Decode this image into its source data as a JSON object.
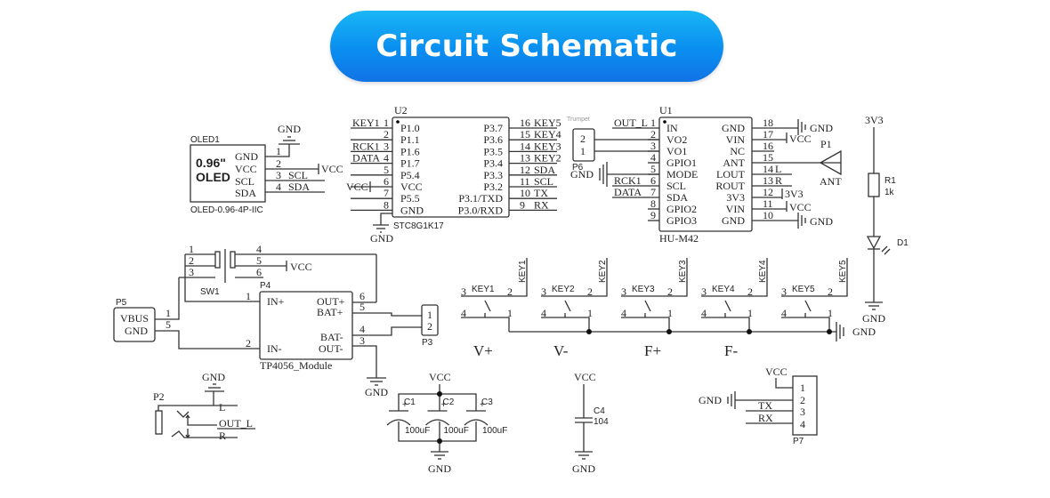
{
  "title": "Circuit Schematic",
  "colors": {
    "banner_top": "#19b6f5",
    "banner_bottom": "#1173e6",
    "wire": "#333333",
    "text": "#222222"
  },
  "oled": {
    "ref": "OLED1",
    "part": "OLED-0.96-4P-IIC",
    "size": "0.96\"",
    "type": "OLED",
    "pins": [
      {
        "num": "1",
        "name": "GND",
        "net": "GND"
      },
      {
        "num": "2",
        "name": "VCC",
        "net": "VCC"
      },
      {
        "num": "3",
        "name": "SCL",
        "net": "SCL"
      },
      {
        "num": "4",
        "name": "SDA",
        "net": "SDA"
      }
    ]
  },
  "u2": {
    "ref": "U2",
    "part": "STC8G1K17",
    "gnd_label": "GND",
    "vcc_label": "VCC",
    "left_pins": [
      {
        "num": "1",
        "name": "P1.0",
        "net": "KEY1"
      },
      {
        "num": "2",
        "name": "P1.1",
        "net": ""
      },
      {
        "num": "3",
        "name": "P1.6",
        "net": "RCK1"
      },
      {
        "num": "4",
        "name": "P1.7",
        "net": "DATA"
      },
      {
        "num": "5",
        "name": "P5.4",
        "net": ""
      },
      {
        "num": "6",
        "name": "VCC",
        "net": "VCC"
      },
      {
        "num": "7",
        "name": "P5.5",
        "net": ""
      },
      {
        "num": "8",
        "name": "GND",
        "net": "GND"
      }
    ],
    "right_pins": [
      {
        "num": "16",
        "name": "P3.7",
        "net": "KEY5"
      },
      {
        "num": "15",
        "name": "P3.6",
        "net": "KEY4"
      },
      {
        "num": "14",
        "name": "P3.5",
        "net": "KEY3"
      },
      {
        "num": "13",
        "name": "P3.4",
        "net": "KEY2"
      },
      {
        "num": "12",
        "name": "P3.3",
        "net": "SDA"
      },
      {
        "num": "11",
        "name": "P3.2",
        "net": "SCL"
      },
      {
        "num": "10",
        "name": "P3.1/TXD",
        "net": "TX"
      },
      {
        "num": "9",
        "name": "P3.0/RXD",
        "net": "RX"
      }
    ]
  },
  "p6": {
    "ref": "P6",
    "label": "Trumpet",
    "pins": [
      "2",
      "1"
    ],
    "gnd_label": "GND"
  },
  "u1": {
    "ref": "U1",
    "part": "HU-M42",
    "left_pins": [
      {
        "num": "1",
        "name": "IN",
        "net": "OUT_L"
      },
      {
        "num": "2",
        "name": "VO2",
        "net": ""
      },
      {
        "num": "3",
        "name": "VO1",
        "net": ""
      },
      {
        "num": "4",
        "name": "GPIO1",
        "net": ""
      },
      {
        "num": "5",
        "name": "MODE",
        "net": ""
      },
      {
        "num": "6",
        "name": "SCL",
        "net": "RCK1"
      },
      {
        "num": "7",
        "name": "SDA",
        "net": "DATA"
      },
      {
        "num": "8",
        "name": "GPIO2",
        "net": ""
      },
      {
        "num": "9",
        "name": "GPIO3",
        "net": ""
      }
    ],
    "right_pins": [
      {
        "num": "18",
        "name": "GND",
        "net": "GND"
      },
      {
        "num": "17",
        "name": "VIN",
        "net": "VCC"
      },
      {
        "num": "16",
        "name": "NC",
        "net": ""
      },
      {
        "num": "15",
        "name": "ANT",
        "net": ""
      },
      {
        "num": "14",
        "name": "LOUT",
        "net": "L"
      },
      {
        "num": "13",
        "name": "ROUT",
        "net": "R"
      },
      {
        "num": "12",
        "name": "3V3",
        "net": "3V3"
      },
      {
        "num": "11",
        "name": "VIN",
        "net": "VCC"
      },
      {
        "num": "10",
        "name": "GND",
        "net": "GND"
      }
    ]
  },
  "p1": {
    "ref": "P1",
    "label": "ANT"
  },
  "led_branch": {
    "supply": "3V3",
    "r_ref": "R1",
    "r_value": "1k",
    "d_ref": "D1",
    "gnd": "GND"
  },
  "sw1": {
    "ref": "SW1",
    "pins_left": [
      "1",
      "2",
      "3"
    ],
    "pins_right": [
      "4",
      "5",
      "6"
    ],
    "vcc": "VCC"
  },
  "p5": {
    "ref": "P5",
    "pins": [
      {
        "num": "1",
        "name": "VBUS"
      },
      {
        "num": "5",
        "name": "GND"
      }
    ]
  },
  "p4": {
    "ref": "P4",
    "part": "TP4056_Module",
    "gnd": "GND",
    "left_pins": [
      {
        "num": "1",
        "name": "IN+"
      },
      {
        "num": "2",
        "name": "IN-"
      }
    ],
    "right_pins": [
      {
        "num": "6",
        "name": "OUT+"
      },
      {
        "num": "5",
        "name": "BAT+"
      },
      {
        "num": "4",
        "name": "BAT-"
      },
      {
        "num": "3",
        "name": "OUT-"
      }
    ]
  },
  "p3": {
    "ref": "P3",
    "pins": [
      "1",
      "2"
    ]
  },
  "keys": {
    "gnd": "GND",
    "items": [
      {
        "ref": "KEY1",
        "net": "KEY1",
        "func": "V+",
        "pins": [
          "3",
          "2",
          "4",
          "1"
        ]
      },
      {
        "ref": "KEY2",
        "net": "KEY2",
        "func": "V-",
        "pins": [
          "3",
          "2",
          "4",
          "1"
        ]
      },
      {
        "ref": "KEY3",
        "net": "KEY3",
        "func": "F+",
        "pins": [
          "3",
          "2",
          "4",
          "1"
        ]
      },
      {
        "ref": "KEY4",
        "net": "KEY4",
        "func": "F-",
        "pins": [
          "3",
          "2",
          "4",
          "1"
        ]
      },
      {
        "ref": "KEY5",
        "net": "KEY5",
        "func": "",
        "pins": [
          "3",
          "2",
          "4",
          "1"
        ]
      }
    ]
  },
  "p2": {
    "ref": "P2",
    "gnd": "GND",
    "nets": [
      "L",
      "OUT_L",
      "R"
    ]
  },
  "caps": {
    "vcc": "VCC",
    "gnd": "GND",
    "items": [
      {
        "ref": "C1",
        "value": "100uF"
      },
      {
        "ref": "C2",
        "value": "100uF"
      },
      {
        "ref": "C3",
        "value": "100uF"
      }
    ]
  },
  "c4": {
    "ref": "C4",
    "value": "104",
    "vcc": "VCC",
    "gnd": "GND"
  },
  "p7": {
    "ref": "P7",
    "vcc": "VCC",
    "gnd": "GND",
    "pins": [
      {
        "num": "1",
        "net": "VCC"
      },
      {
        "num": "2",
        "net": "GND"
      },
      {
        "num": "3",
        "net": "TX"
      },
      {
        "num": "4",
        "net": "RX"
      }
    ]
  }
}
